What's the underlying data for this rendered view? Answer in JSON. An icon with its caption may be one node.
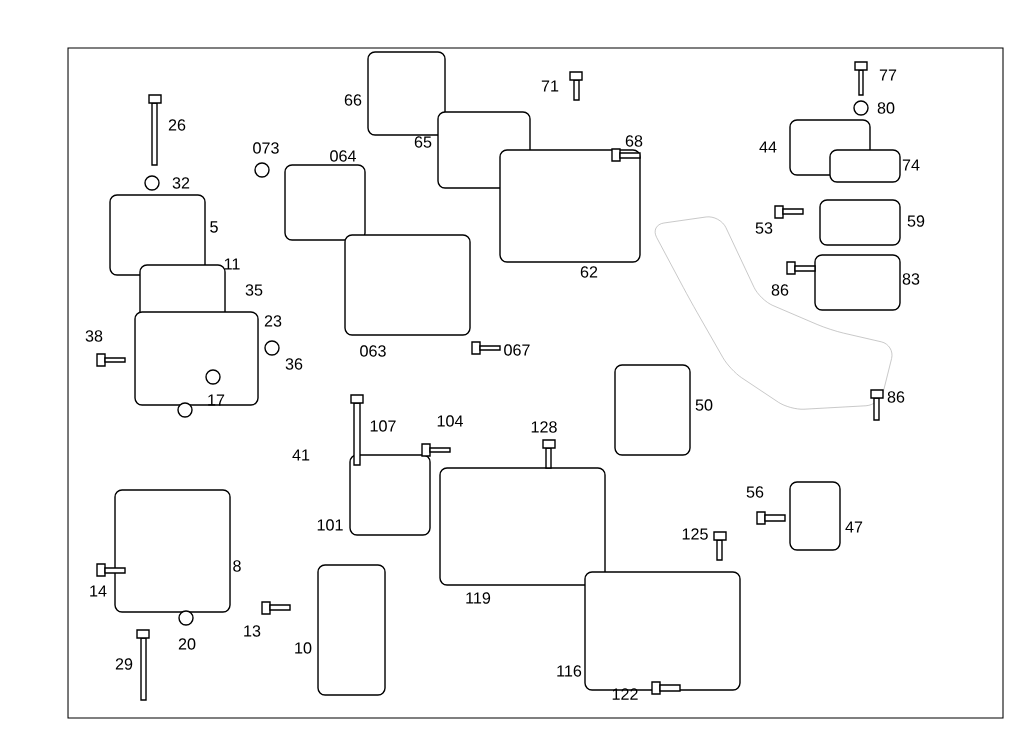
{
  "diagram": {
    "labels": [
      "66",
      "71",
      "77",
      "26",
      "80",
      "65",
      "68",
      "073",
      "064",
      "44",
      "32",
      "74",
      "5",
      "62",
      "53",
      "59",
      "11",
      "35",
      "86",
      "83",
      "23",
      "38",
      "36",
      "063",
      "067",
      "17",
      "50",
      "86",
      "107",
      "104",
      "128",
      "41",
      "56",
      "101",
      "47",
      "8",
      "125",
      "14",
      "119",
      "13",
      "20",
      "29",
      "10",
      "116",
      "122"
    ]
  }
}
